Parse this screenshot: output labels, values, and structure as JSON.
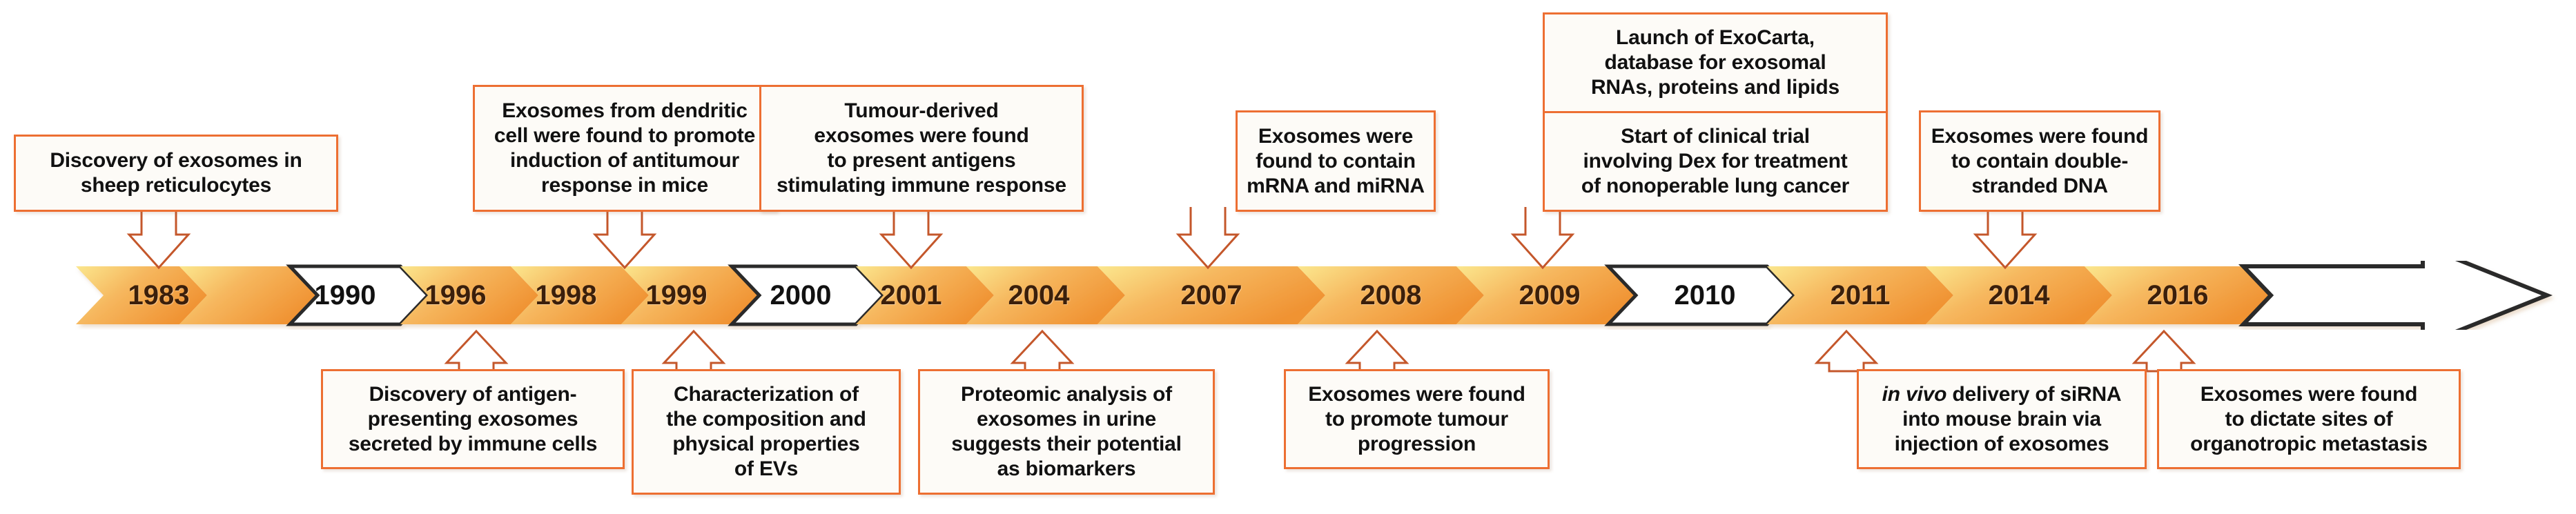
{
  "title": "Exosome research milestones timeline",
  "colors": {
    "box_border": "#ED6F32",
    "box_fill": "#FDFBF7",
    "chevron_light": "#F8E27A",
    "chevron_dark": "#F3A04B",
    "gap_fill": "#FFFFFF",
    "gap_stroke": "#2B2B2B",
    "connector_stroke": "#C4572B",
    "year_text": "#3B1F0B"
  },
  "timeline": {
    "steps": [
      {
        "year": "1983",
        "kind": "event"
      },
      {
        "year": "1990",
        "kind": "gap"
      },
      {
        "year": "1996",
        "kind": "event"
      },
      {
        "year": "1998",
        "kind": "event"
      },
      {
        "year": "1999",
        "kind": "event"
      },
      {
        "year": "2000",
        "kind": "gap"
      },
      {
        "year": "2001",
        "kind": "event"
      },
      {
        "year": "2004",
        "kind": "event"
      },
      {
        "year": "2007",
        "kind": "event"
      },
      {
        "year": "2008",
        "kind": "event"
      },
      {
        "year": "2009",
        "kind": "event"
      },
      {
        "year": "2010",
        "kind": "gap"
      },
      {
        "year": "2011",
        "kind": "event"
      },
      {
        "year": "2014",
        "kind": "event"
      },
      {
        "year": "2016",
        "kind": "event"
      }
    ]
  },
  "callouts": {
    "above": [
      {
        "year": "1983",
        "lines": [
          "Discovery of exosomes in",
          "sheep reticulocytes"
        ]
      },
      {
        "year": "1996",
        "lines": [
          "Exosomes from dendritic",
          "cell were found to promote",
          "induction of antitumour",
          "response in mice"
        ]
      },
      {
        "year": "2001",
        "lines": [
          "Tumour-derived",
          "exosomes were found",
          "to present antigens",
          "stimulating immune response"
        ]
      },
      {
        "year": "2007",
        "lines": [
          "Exosomes were",
          "found to contain",
          "mRNA and miRNA"
        ]
      },
      {
        "year": "2009",
        "stacked": true,
        "segments": [
          {
            "lines": [
              "Launch of ExoCarta,",
              "database for exosomal",
              "RNAs, proteins and lipids"
            ]
          },
          {
            "lines": [
              "Start of clinical trial",
              "involving Dex for treatment",
              "of nonoperable lung cancer"
            ]
          }
        ]
      },
      {
        "year": "2014",
        "lines": [
          "Exosomes were found",
          "to contain double-",
          "stranded DNA"
        ]
      }
    ],
    "below": [
      {
        "year": "1996",
        "lines": [
          "Discovery of antigen-",
          "presenting exosomes",
          "secreted by immune cells"
        ]
      },
      {
        "year": "1999",
        "lines": [
          "Characterization of",
          "the composition and",
          "physical properties",
          "of EVs"
        ]
      },
      {
        "year": "2004",
        "lines": [
          "Proteomic analysis of",
          "exosomes in urine",
          "suggests their potential",
          "as biomarkers"
        ]
      },
      {
        "year": "2008",
        "lines": [
          "Exosomes were found",
          "to promote tumour",
          "progression"
        ]
      },
      {
        "year": "2011",
        "lines": [
          "in vivo delivery of siRNA",
          "into mouse brain via",
          "injection of exosomes"
        ],
        "italic_prefix": "in vivo"
      },
      {
        "year": "2016",
        "lines": [
          "Exosomes were found",
          "to dictate sites of",
          "organotropic metastasis"
        ]
      }
    ]
  }
}
